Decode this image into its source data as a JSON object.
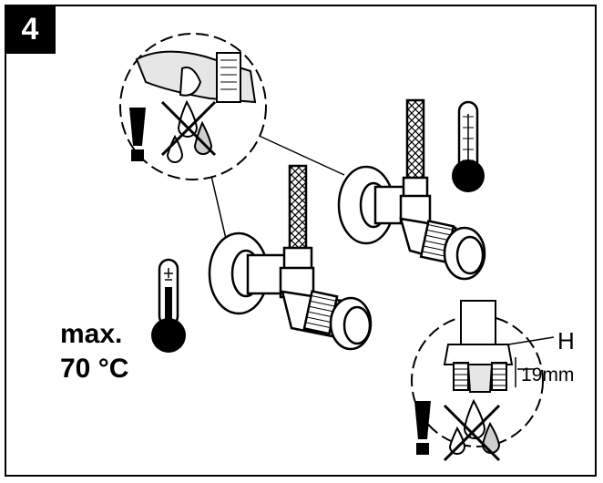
{
  "step": {
    "number": "4"
  },
  "temperature": {
    "line1": "max.",
    "line2": "70 °C"
  },
  "callout": {
    "nut_label": "H",
    "size_label": "19mm"
  },
  "icons": {
    "cold": "thermometer-cold-icon",
    "hot": "thermometer-hot-icon",
    "warning": "exclamation-icon",
    "no_leak": "no-drip-icon"
  },
  "colors": {
    "ink": "#000000",
    "paper": "#ffffff",
    "grey": "#bfbfbf"
  }
}
